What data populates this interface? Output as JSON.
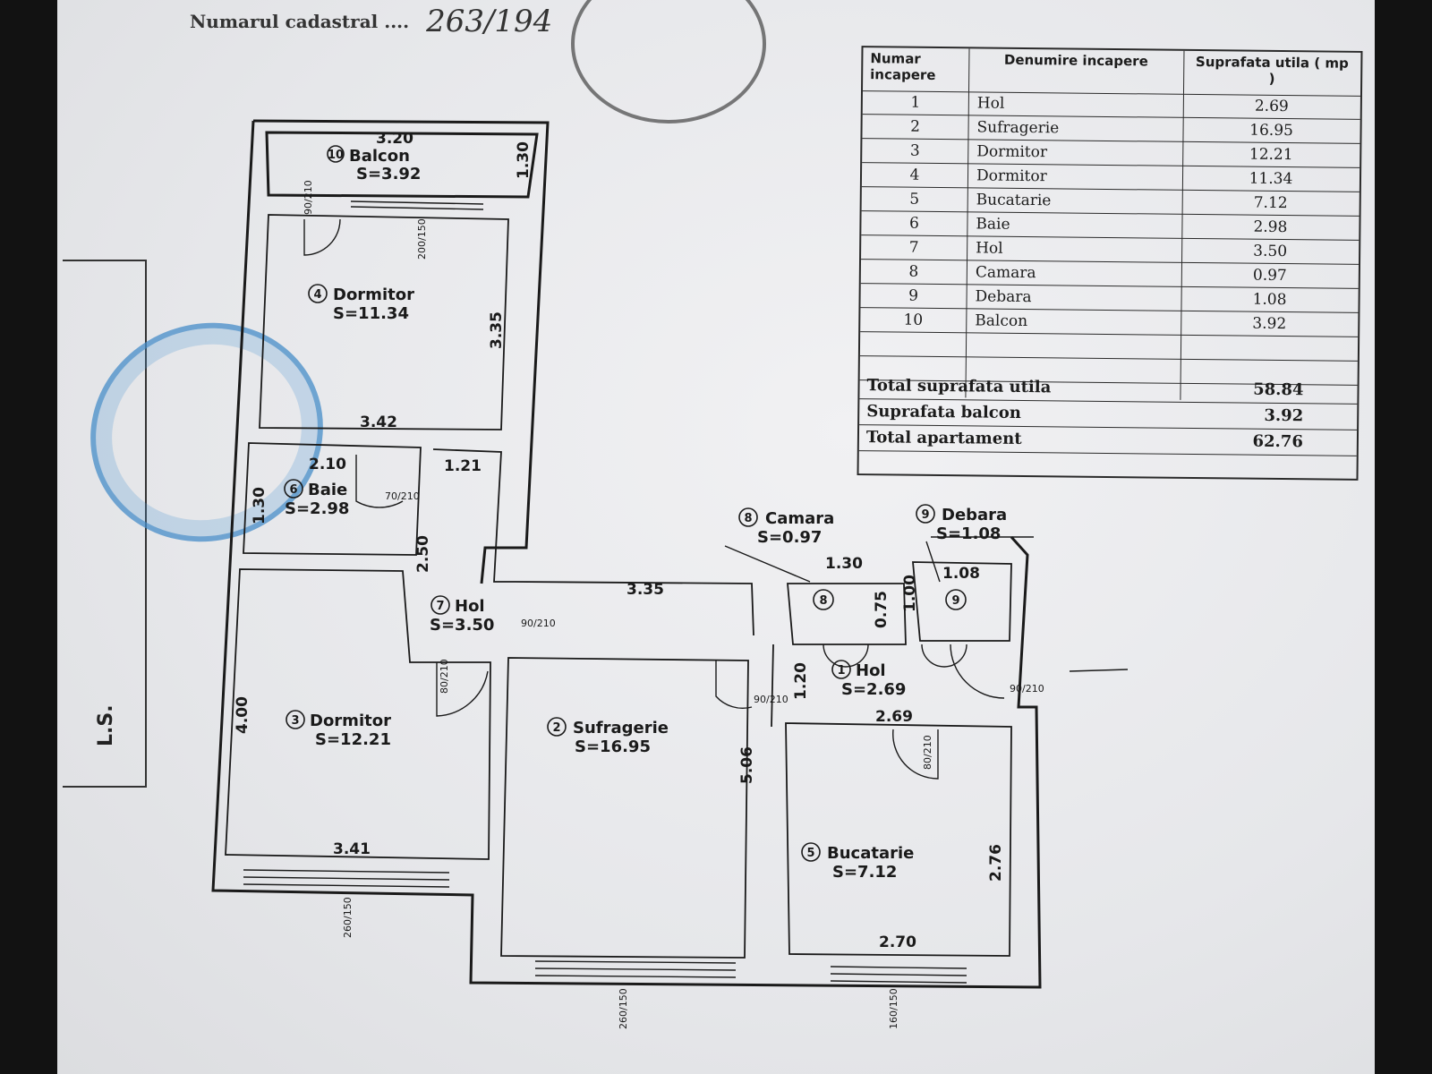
{
  "header": {
    "cadastral_label": "Numarul cadastral",
    "cadastral_value": "263/194"
  },
  "side_mark": "L.S.",
  "table": {
    "headers": {
      "number": "Numar incapere",
      "name": "Denumire incapere",
      "area": "Suprafata utila ( mp )"
    },
    "rows": [
      {
        "n": "1",
        "name": "Hol",
        "area": "2.69"
      },
      {
        "n": "2",
        "name": "Sufragerie",
        "area": "16.95"
      },
      {
        "n": "3",
        "name": "Dormitor",
        "area": "12.21"
      },
      {
        "n": "4",
        "name": "Dormitor",
        "area": "11.34"
      },
      {
        "n": "5",
        "name": "Bucatarie",
        "area": "7.12"
      },
      {
        "n": "6",
        "name": "Baie",
        "area": "2.98"
      },
      {
        "n": "7",
        "name": "Hol",
        "area": "3.50"
      },
      {
        "n": "8",
        "name": "Camara",
        "area": "0.97"
      },
      {
        "n": "9",
        "name": "Debara",
        "area": "1.08"
      },
      {
        "n": "10",
        "name": "Balcon",
        "area": "3.92"
      }
    ],
    "totals": [
      {
        "label": "Total suprafata utila",
        "value": "58.84"
      },
      {
        "label": "Suprafata balcon",
        "value": "3.92"
      },
      {
        "label": "Total apartament",
        "value": "62.76"
      }
    ]
  },
  "rooms": {
    "balcon": {
      "num": "10",
      "name": "Balcon",
      "area": "S=3.92"
    },
    "dormitor4": {
      "num": "4",
      "name": "Dormitor",
      "area": "S=11.34"
    },
    "baie": {
      "num": "6",
      "name": "Baie",
      "area": "S=2.98"
    },
    "hol7": {
      "num": "7",
      "name": "Hol",
      "area": "S=3.50"
    },
    "dormitor3": {
      "num": "3",
      "name": "Dormitor",
      "area": "S=12.21"
    },
    "sufragerie": {
      "num": "2",
      "name": "Sufragerie",
      "area": "S=16.95"
    },
    "camara": {
      "num": "8",
      "name": "Camara",
      "area": "S=0.97"
    },
    "debara": {
      "num": "9",
      "name": "Debara",
      "area": "S=1.08"
    },
    "hol1": {
      "num": "1",
      "name": "Hol",
      "area": "S=2.69"
    },
    "bucatarie": {
      "num": "5",
      "name": "Bucatarie",
      "area": "S=7.12"
    }
  },
  "dims": {
    "balcon_w": "3.20",
    "balcon_side": "1.30",
    "dorm4_h": "3.35",
    "dorm4_w": "3.42",
    "baie_w": "2.10",
    "baie_h": "1.30",
    "hol7_w": "1.21",
    "hol7_h": "2.50",
    "dorm3_h": "4.00",
    "dorm3_w": "3.41",
    "suf_w": "3.35",
    "suf_h": "5.06",
    "camara_w": "1.30",
    "camara_h": "0.75",
    "debara_w": "1.08",
    "debara_h": "1.00",
    "hol1_w": "2.69",
    "hol1_h": "1.20",
    "buc_w": "2.70",
    "buc_h": "2.76"
  },
  "door_marks": {
    "d4": "90/210",
    "win4": "200/150",
    "baie_door": "70/210",
    "hol7_door": "80/210",
    "suf_door": "90/210",
    "hol1_door": "90/210",
    "buc_door": "80/210",
    "win3": "260/150",
    "win2": "260/150",
    "win5": "160/150",
    "camara_door": "90/210"
  }
}
